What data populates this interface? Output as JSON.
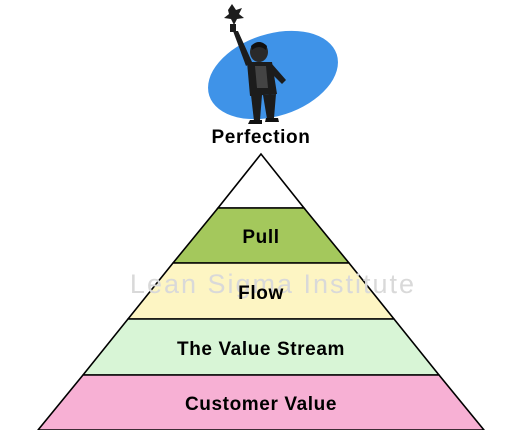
{
  "figure": {
    "top_label": "Perfection",
    "watermark": "Lean Sigma Institute"
  },
  "pyramid": {
    "layers": [
      {
        "label": "Pull",
        "color": "#a4c85c"
      },
      {
        "label": "Flow",
        "color": "#fdf5c3"
      },
      {
        "label": "The Value Stream",
        "color": "#d8f5d6"
      },
      {
        "label": "Customer Value",
        "color": "#f7b0d4"
      }
    ],
    "apex_color": "#ffffff",
    "outline_color": "#000000"
  },
  "clipart": {
    "icon": "figure-with-trophy-icon",
    "ellipse_color": "#3f93e8",
    "figure_color": "#1c1c1c"
  }
}
